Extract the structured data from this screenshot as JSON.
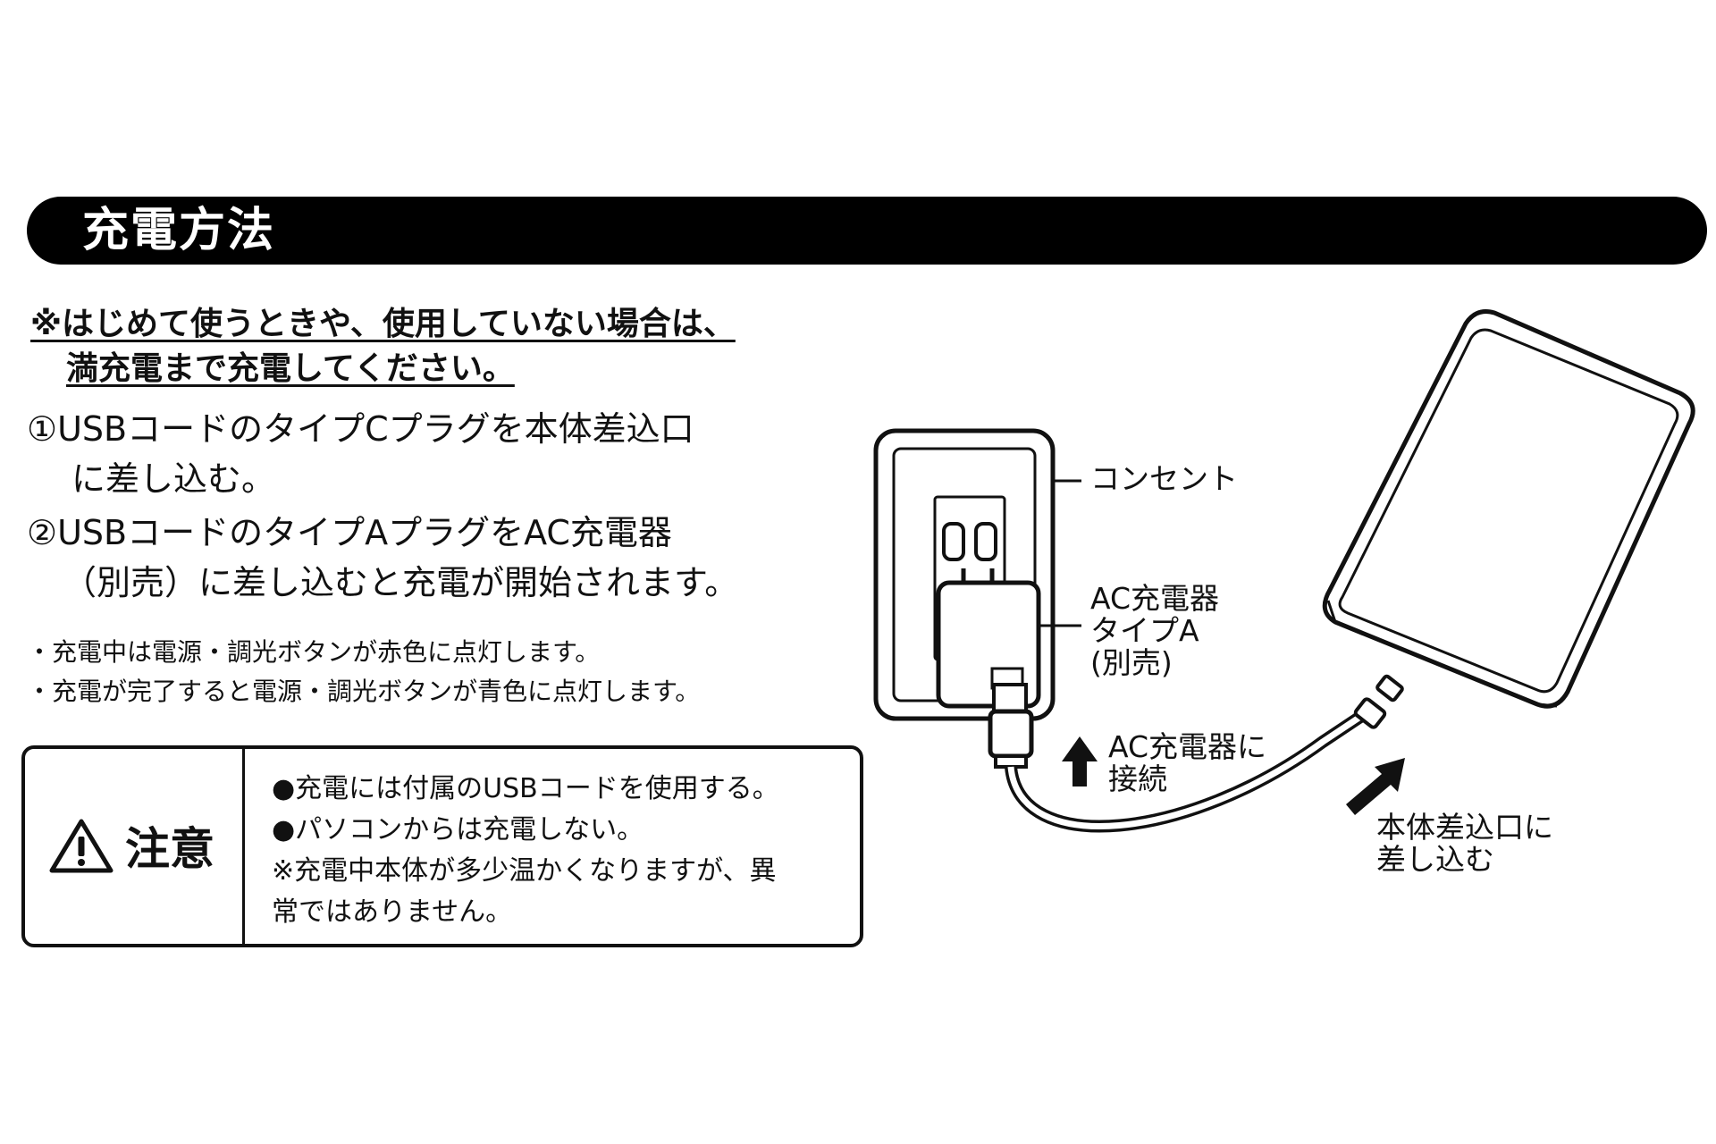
{
  "header": {
    "title": "充電方法"
  },
  "notice": {
    "line1": "※はじめて使うときや、使用していない場合は、",
    "line2": "満充電まで充電してください。"
  },
  "steps": [
    {
      "line1": "①USBコードのタイプCプラグを本体差込口",
      "line2": "に差し込む。"
    },
    {
      "line1": "②USBコードのタイプAプラグをAC充電器",
      "line2": "（別売）に差し込むと充電が開始されます。"
    }
  ],
  "notes": [
    "・充電中は電源・調光ボタンが赤色に点灯します。",
    "・充電が完了すると電源・調光ボタンが青色に点灯します。"
  ],
  "caution": {
    "icon": "warning-triangle-icon",
    "label": "注意",
    "lines": [
      "●充電には付属のUSBコードを使用する。",
      "●パソコンからは充電しない。",
      "※充電中本体が多少温かくなりますが、異",
      "常ではありません。"
    ]
  },
  "illustration": {
    "outlet_label": "コンセント",
    "charger_label": {
      "line1": "AC充電器",
      "line2": "タイプA",
      "line3": "(別売)"
    },
    "connect_label": {
      "line1": "AC充電器に",
      "line2": "接続"
    },
    "insert_label": {
      "line1": "本体差込口に",
      "line2": "差し込む"
    }
  }
}
